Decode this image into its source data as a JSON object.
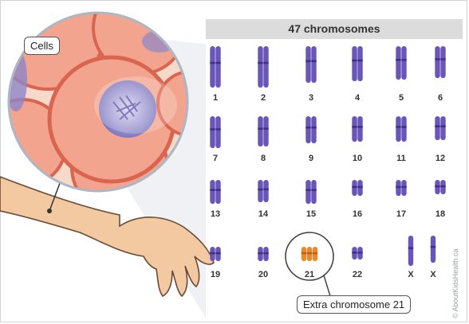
{
  "header": {
    "title": "47 chromosomes"
  },
  "callouts": {
    "cells": "Cells",
    "extra_chromosome": "Extra chromosome 21"
  },
  "chromosomes": [
    {
      "label": "1",
      "extra": false
    },
    {
      "label": "2",
      "extra": false
    },
    {
      "label": "3",
      "extra": false
    },
    {
      "label": "4",
      "extra": false
    },
    {
      "label": "5",
      "extra": false
    },
    {
      "label": "6",
      "extra": false
    },
    {
      "label": "7",
      "extra": false
    },
    {
      "label": "8",
      "extra": false
    },
    {
      "label": "9",
      "extra": false
    },
    {
      "label": "10",
      "extra": false
    },
    {
      "label": "11",
      "extra": false
    },
    {
      "label": "12",
      "extra": false
    },
    {
      "label": "13",
      "extra": false
    },
    {
      "label": "14",
      "extra": false
    },
    {
      "label": "15",
      "extra": false
    },
    {
      "label": "16",
      "extra": false
    },
    {
      "label": "17",
      "extra": false
    },
    {
      "label": "18",
      "extra": false
    },
    {
      "label": "19",
      "extra": false
    },
    {
      "label": "20",
      "extra": false
    },
    {
      "label": "21",
      "extra": true
    },
    {
      "label": "22",
      "extra": false
    },
    {
      "label": "X",
      "extra": false
    },
    {
      "label": "X",
      "extra": false
    }
  ],
  "watermark": "© AboutKidsHealth.ca",
  "colors": {
    "chromosome": "#6a55b8",
    "chromosome_dark": "#3f2f86",
    "extra_chromosome": "#e8892e",
    "cell_fill": "#f2a48f",
    "cell_border": "#d9644f",
    "nucleus": "#8c86c8",
    "skin": "#f3c9a2",
    "skin_outline": "#6b4a34",
    "title_bar": "#dcdcdc"
  }
}
